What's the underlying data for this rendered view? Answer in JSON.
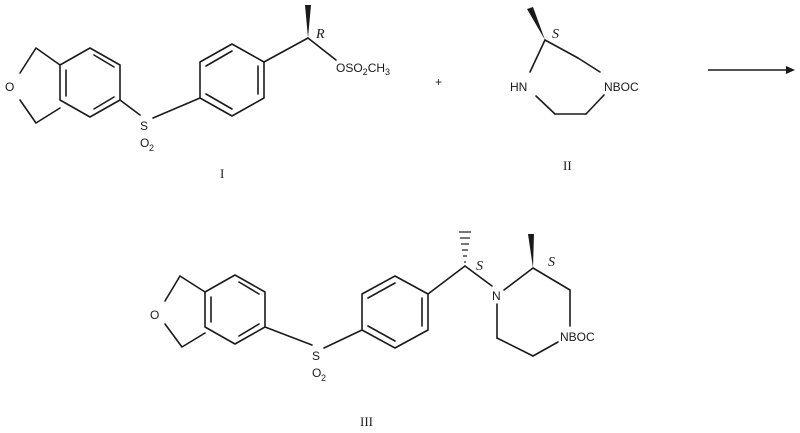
{
  "scheme": {
    "reactant_1": {
      "label": "I",
      "stereo": "R",
      "atoms": {
        "ring_oxygen": "O",
        "sulfur": "S",
        "sulfonyl_o": "O",
        "sulfonyl_o_count": "2",
        "mesylate_a": "OSO",
        "mesylate_sub": "2",
        "mesylate_b": "CH",
        "mesylate_sub2": "3"
      }
    },
    "plus": "+",
    "reactant_2": {
      "label": "II",
      "stereo": "S",
      "atoms": {
        "amine": "HN",
        "boc_n": "NBOC"
      }
    },
    "product": {
      "label": "III",
      "stereo_benzylic": "S",
      "stereo_ring": "S",
      "atoms": {
        "ring_oxygen": "O",
        "sulfur": "S",
        "sulfonyl_o": "O",
        "sulfonyl_o_count": "2",
        "ring_n": "N",
        "boc_n": "NBOC"
      }
    }
  }
}
